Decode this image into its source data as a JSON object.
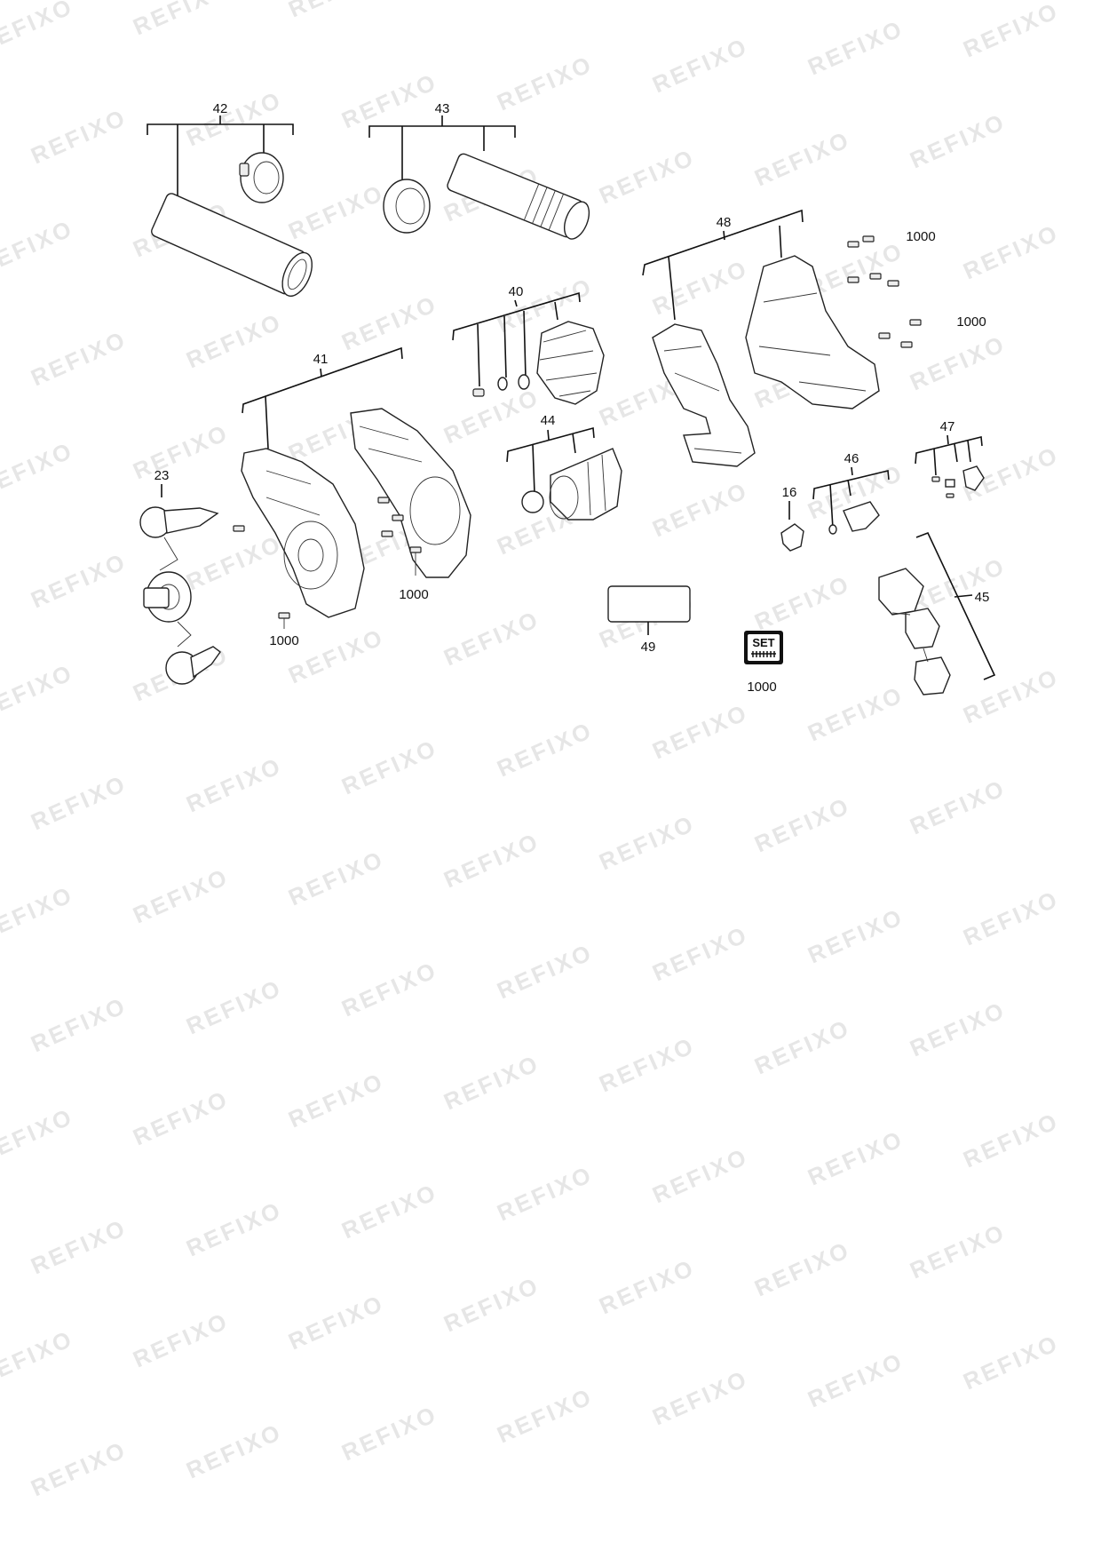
{
  "watermark": {
    "text": "REFIXO"
  },
  "callouts": {
    "c42": "42",
    "c43": "43",
    "c48": "48",
    "c40": "40",
    "c41": "41",
    "c44": "44",
    "c23": "23",
    "c16": "16",
    "c46": "46",
    "c47": "47",
    "c45": "45",
    "c49": "49",
    "c1000a": "1000",
    "c1000b": "1000",
    "c1000c": "1000",
    "c1000d": "1000",
    "c1000e": "1000"
  },
  "set_badge": {
    "text": "SET"
  }
}
